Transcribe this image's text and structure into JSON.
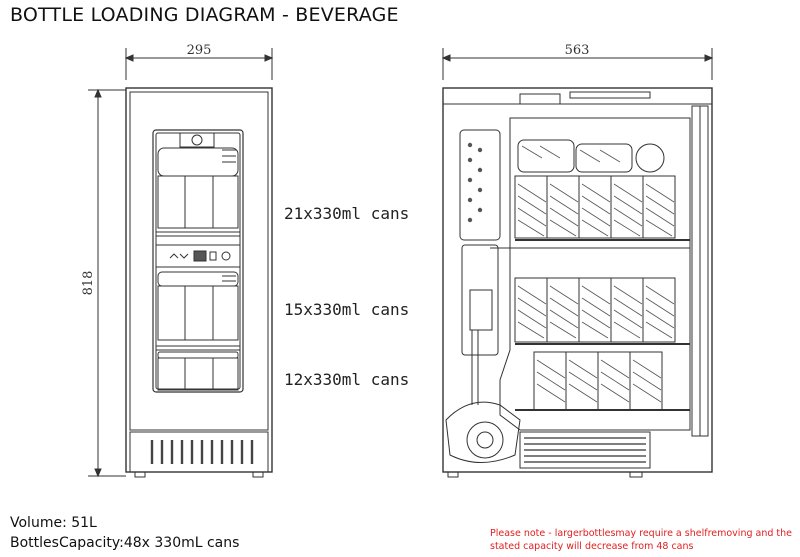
{
  "title": "BOTTLE LOADING DIAGRAM - BEVERAGE",
  "dimensions": {
    "width": "295",
    "height": "818",
    "depth": "563"
  },
  "capacities": [
    "21x330ml cans",
    "15x330ml cans",
    "12x330ml cans"
  ],
  "volume": "Volume: 51L",
  "bottle_capacity": "BottlesCapacity:48x 330mL cans",
  "note_line1": "Please note - largerbottlesmay require a shelfremoving and the",
  "note_line2": "stated capacity will decrease from 48 cans",
  "colors": {
    "line": "#333333",
    "note": "#e02020"
  }
}
